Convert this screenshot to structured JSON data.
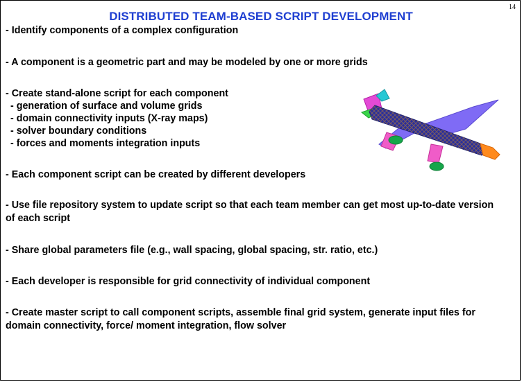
{
  "slide": {
    "page_number": "14",
    "title": "DISTRIBUTED TEAM-BASED SCRIPT DEVELOPMENT",
    "bullets": [
      "- Identify components of a complex configuration",
      "- A component is a geometric part and may be modeled by one or more grids",
      "- Create stand-alone script for each component",
      "- Each component script can be created by different developers",
      "- Use file repository system to update script so that each team member can get most up-to-date version of each script",
      "- Share global parameters file (e.g., wall spacing, global spacing, str. ratio, etc.)",
      "- Each developer is responsible for grid connectivity of individual component",
      "- Create master script to call component scripts, assemble final grid system, generate input files for domain connectivity, force/ moment integration, flow solver"
    ],
    "sub_bullets": [
      "- generation of surface and volume grids",
      "- domain connectivity inputs (X-ray maps)",
      "- solver boundary conditions",
      "- forces and moments integration inputs"
    ]
  },
  "image": {
    "description_icon": "airplane-grid-components-icon",
    "colors": {
      "fuselage": "#2a2f9a",
      "fuselage_mesh": "#d08a22",
      "wing": "#7f6bf5",
      "tail_vertical": "#e34ad6",
      "tail_horizontal": "#39d449",
      "pylon": "#f05cc8",
      "nacelle": "#16a64a",
      "nose": "#ff8a1d",
      "tail_tip": "#25c8d4"
    }
  }
}
